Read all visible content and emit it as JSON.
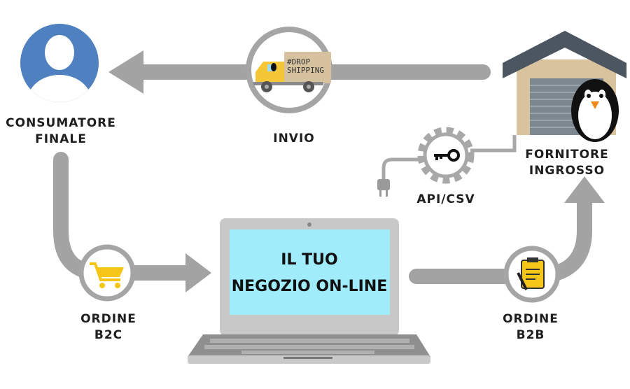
{
  "nodes": {
    "consumer": {
      "line1": "CONSUMATORE",
      "line2": "FINALE"
    },
    "shipping": {
      "label": "INVIO",
      "truck_line1": "#DROP",
      "truck_line2": "SHIPPING"
    },
    "supplier": {
      "line1": "FORNITORE",
      "line2": "INGROSSO"
    },
    "api": {
      "label": "API/CSV"
    },
    "order_b2c": {
      "line1": "ORDINE",
      "line2": "B2C"
    },
    "order_b2b": {
      "line1": "ORDINE",
      "line2": "B2B"
    },
    "shop": {
      "line1": "IL TUO",
      "line2": "NEGOZIO ON-LINE"
    }
  },
  "colors": {
    "arrow": "#a3a3a3",
    "avatar": "#4f80c0",
    "screen": "#a0ecfb",
    "cart": "#f5c518",
    "roof": "#4b5661",
    "wall": "#d8c39e"
  }
}
